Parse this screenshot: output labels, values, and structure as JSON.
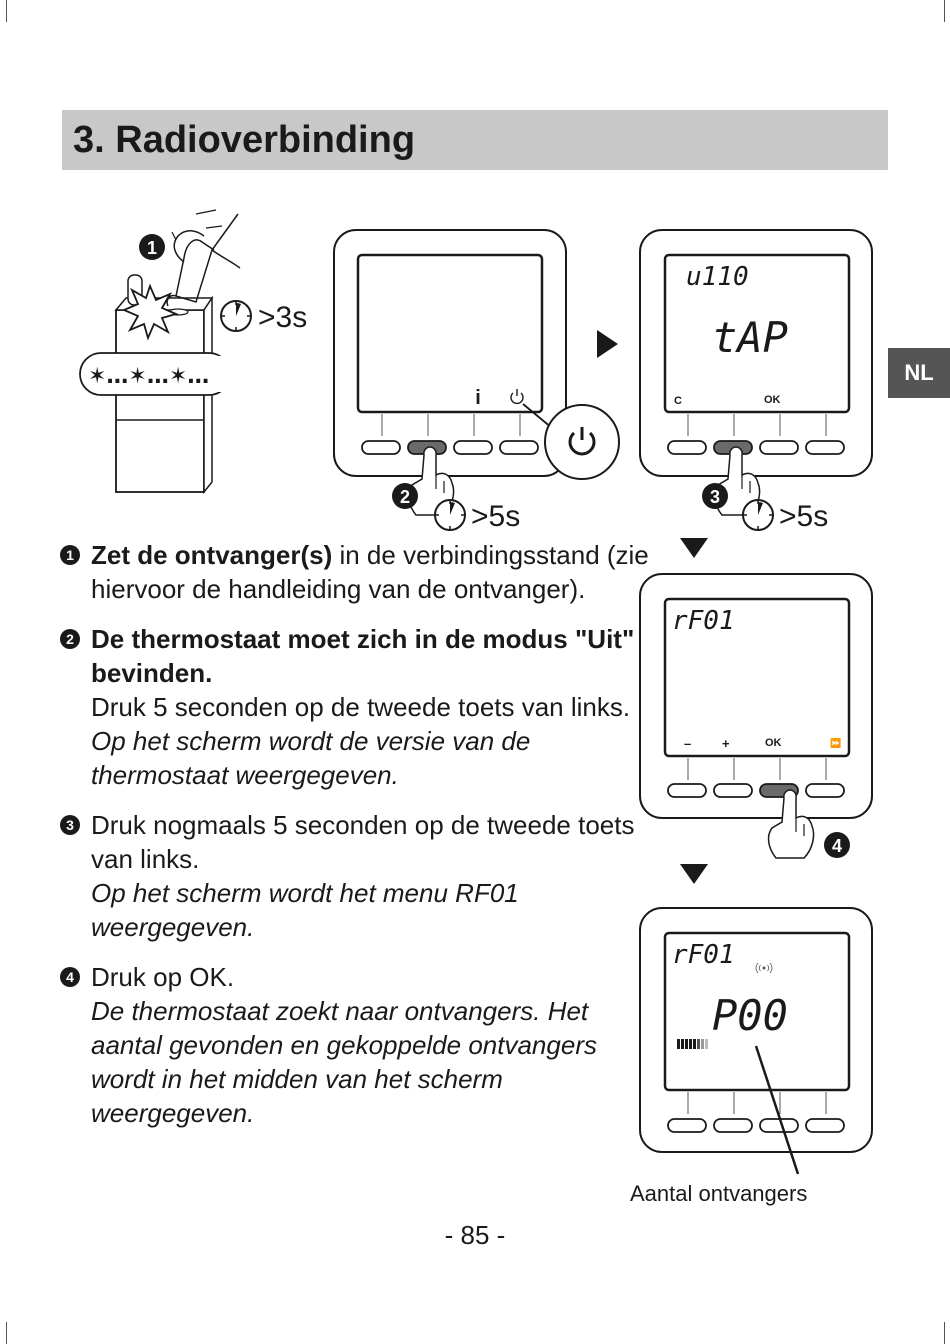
{
  "section_title": "3. Radioverbinding",
  "language_tab": "NL",
  "illustration": {
    "step_markers": [
      "1",
      "2",
      "3",
      "4"
    ],
    "timer_1": ">3s",
    "timer_2": ">5s",
    "timer_3": ">5s",
    "receiver_blink": "✶…✶…✶…",
    "screen_1": {
      "btn_info": "i"
    },
    "screen_2": {
      "top_text": "u110",
      "main_text": "tAP",
      "btn_c": "C",
      "btn_ok": "OK"
    },
    "screen_3": {
      "top_text": "rF01",
      "btn_minus": "–",
      "btn_plus": "+",
      "btn_ok": "OK",
      "btn_ff": "⏩"
    },
    "screen_4": {
      "top_text": "rF01",
      "main_text": "P00"
    },
    "caption": "Aantal ontvangers"
  },
  "steps": [
    {
      "marker": "1",
      "bold": "Zet de ontvanger(s)",
      "text": " in de verbindingsstand (zie hiervoor de handleiding van de ontvanger)."
    },
    {
      "marker": "2",
      "bold": "De thermostaat moet zich in de modus \"Uit\" bevinden.",
      "text": "Druk 5 seconden op de tweede toets van links.",
      "italic": "Op het scherm wordt de versie van de thermostaat weergegeven."
    },
    {
      "marker": "3",
      "text": " Druk nogmaals 5 seconden op de tweede toets van links.",
      "italic": "Op het scherm wordt het menu RF01 weergegeven."
    },
    {
      "marker": "4",
      "text": "Druk op OK.",
      "italic": "De thermostaat zoekt naar ontvangers. Het aantal gevonden en gekoppelde ontvangers wordt in het midden van het scherm weergegeven."
    }
  ],
  "page_number": "- 85 -"
}
